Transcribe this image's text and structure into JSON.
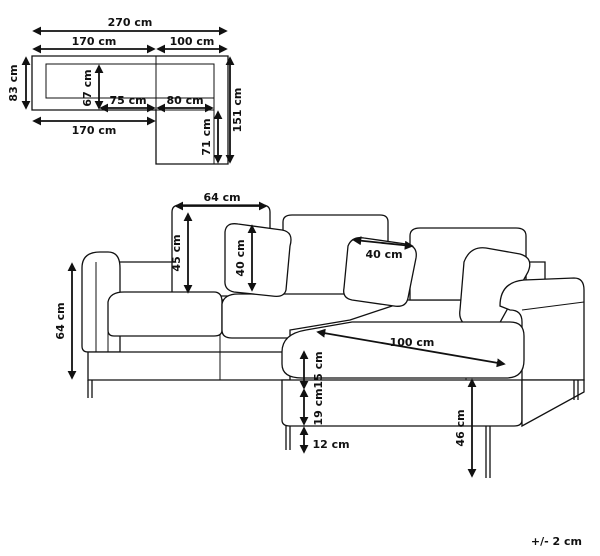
{
  "plan": {
    "total_width": "270 cm",
    "left_width": "170 cm",
    "right_width": "100 cm",
    "depth": "83 cm",
    "seat_depth": "67 cm",
    "seat_left": "75 cm",
    "seat_right": "80 cm",
    "bottom_width": "170 cm",
    "chaise_length": "151 cm",
    "chaise_seat": "71 cm"
  },
  "sofa": {
    "back_cushion_width": "64 cm",
    "back_cushion_height": "45 cm",
    "pillow_height": "40 cm",
    "pillow_width": "40 cm",
    "total_height": "64 cm",
    "chaise_width": "100 cm",
    "cushion_thickness": "15 cm",
    "base_height": "19 cm",
    "seat_height": "46 cm",
    "leg_height": "12 cm"
  },
  "tolerance": "+/- 2 cm"
}
